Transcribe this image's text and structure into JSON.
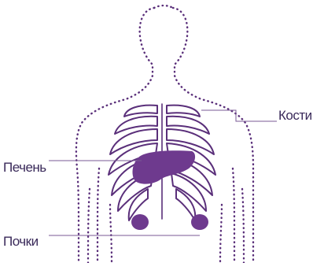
{
  "labels": {
    "bones": "Кости",
    "liver": "Печень",
    "kidneys": "Почки"
  },
  "colors": {
    "organ": "#6e3a8e",
    "outline": "#5a2f7a",
    "line": "#7a5a94",
    "text": "#3a2a5a"
  }
}
